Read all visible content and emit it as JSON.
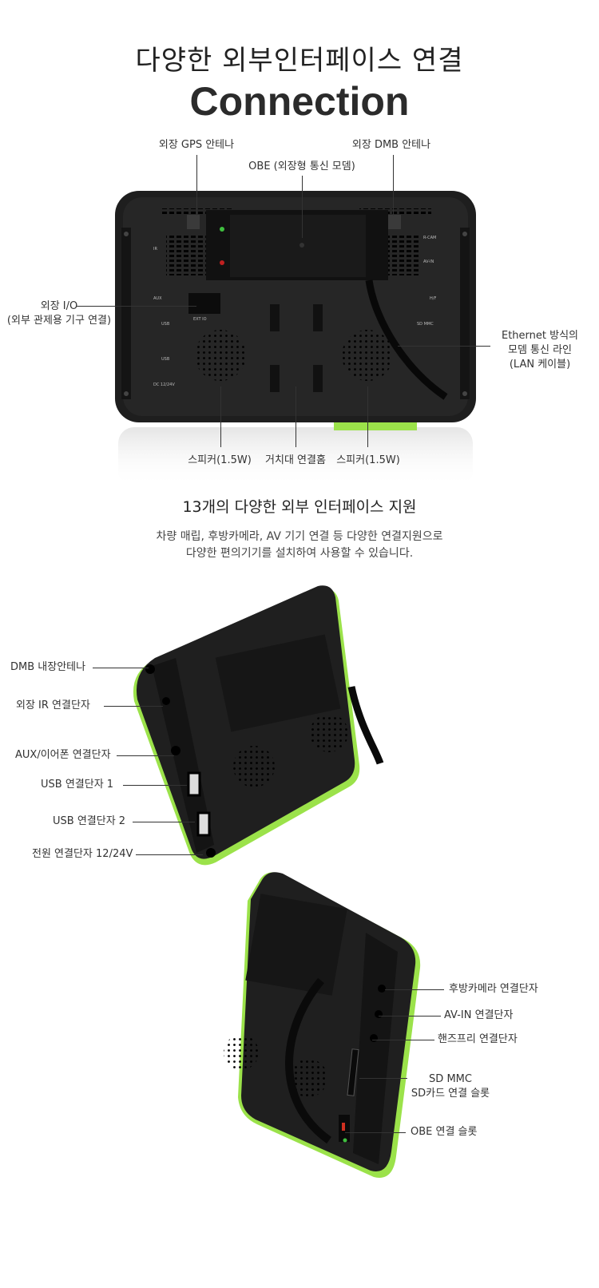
{
  "header": {
    "title_kr": "다양한 외부인터페이스 연결",
    "title_en": "Connection"
  },
  "rear_labels": {
    "gps": "외장 GPS 안테나",
    "dmb": "외장 DMB 안테나",
    "obe": "OBE (외장형 통신 모뎀)",
    "io_line1": "외장 I/O",
    "io_line2": "(외부 관제용 기구 연결)",
    "eth_line1": "Ethernet 방식의",
    "eth_line2": "모뎀 통신 라인",
    "eth_line3": "(LAN 케이블)",
    "speaker_left": "스피커(1.5W)",
    "mount": "거치대 연결홈",
    "speaker_right": "스피커(1.5W)"
  },
  "device_print": {
    "ir": "IR",
    "aux": "AUX",
    "usb1": "USB",
    "usb2": "USB",
    "dc": "DC 12/24V",
    "ext_io": "EXT IO",
    "rcam": "R-CAM",
    "avin": "AV-IN",
    "hf": "H/F",
    "sdmmc": "SD MMC"
  },
  "section": {
    "heading": "13개의 다양한 외부 인터페이스 지원",
    "desc_line1": "차량 매립, 후방카메라, AV 기기 연결 등 다양한 연결지원으로",
    "desc_line2": "다양한 편의기기를 설치하여 사용할 수 있습니다."
  },
  "left_side_labels": {
    "dmb_internal": "DMB 내장안테나",
    "ir": "외장 IR 연결단자",
    "aux": "AUX/이어폰 연결단자",
    "usb1": "USB 연결단자 1",
    "usb2": "USB 연결단자 2",
    "power": "전원 연결단자 12/24V"
  },
  "right_side_labels": {
    "rcam": "후방카메라 연결단자",
    "avin": "AV-IN 연결단자",
    "handsfree": "핸즈프리 연결단자",
    "sd_line1": "SD MMC",
    "sd_line2": "SD카드 연결 슬롯",
    "obe_slot": "OBE 연결 슬롯"
  },
  "colors": {
    "device_body": "#1e1e1e",
    "accent_green": "#9be24a",
    "text": "#333333"
  }
}
